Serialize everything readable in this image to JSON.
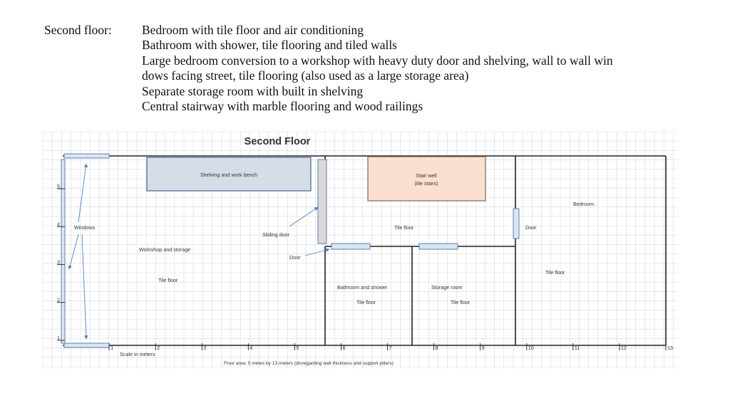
{
  "description": {
    "label": "Second floor:",
    "lines": [
      "Bedroom with tile floor and air conditioning",
      "Bathroom with shower, tile flooring and tiled walls",
      "Large bedroom conversion to a workshop with heavy duty door and shelving, wall to wall win",
      "dows facing street, tile flooring (also used as a large storage area)",
      "Separate storage room with built in shelving",
      "Central stairway with marble flooring and wood railings"
    ]
  },
  "plan": {
    "title": "Second Floor",
    "labels": {
      "windows": "Windows",
      "shelving": "Shelving and work bench",
      "sliding_door": "Sliding door",
      "workshop": "Workshop and storage",
      "workshop_floor": "Tile floor",
      "door_workshop": "Door",
      "stairwell_1": "Stair well",
      "stairwell_2": "(tile stairs)",
      "hall_floor": "Tile floor",
      "bathroom": "Bathroom and shower",
      "bathroom_floor": "Tile floor",
      "storage": "Storage room",
      "storage_floor": "Tile floor",
      "door_bedroom": "Door",
      "bedroom": "Bedroom",
      "bedroom_floor": "Tile floor"
    },
    "x_ticks": [
      "1",
      "2",
      "3",
      "4",
      "5",
      "6",
      "7",
      "8",
      "9",
      "10",
      "11",
      "12",
      "13"
    ],
    "y_ticks": [
      "5",
      "4",
      "3",
      "2",
      "1"
    ],
    "scale_label": "Scale in meters",
    "footer": "Floor area: 5 metes by 13 meters (disregarding wall thickness and support pillers)",
    "colors": {
      "wall": "#222222",
      "grid": "#d9d9d9",
      "window_fill": "#dbe5f1",
      "window_stroke": "#5b7fae",
      "shelving_fill": "#d7dde8",
      "shelving_stroke": "#4a6591",
      "stair_fill": "#fbe0d0",
      "stair_stroke": "#7d6a5a",
      "sliding_fill": "#d9d9d9",
      "arrow": "#4f81bd"
    }
  }
}
